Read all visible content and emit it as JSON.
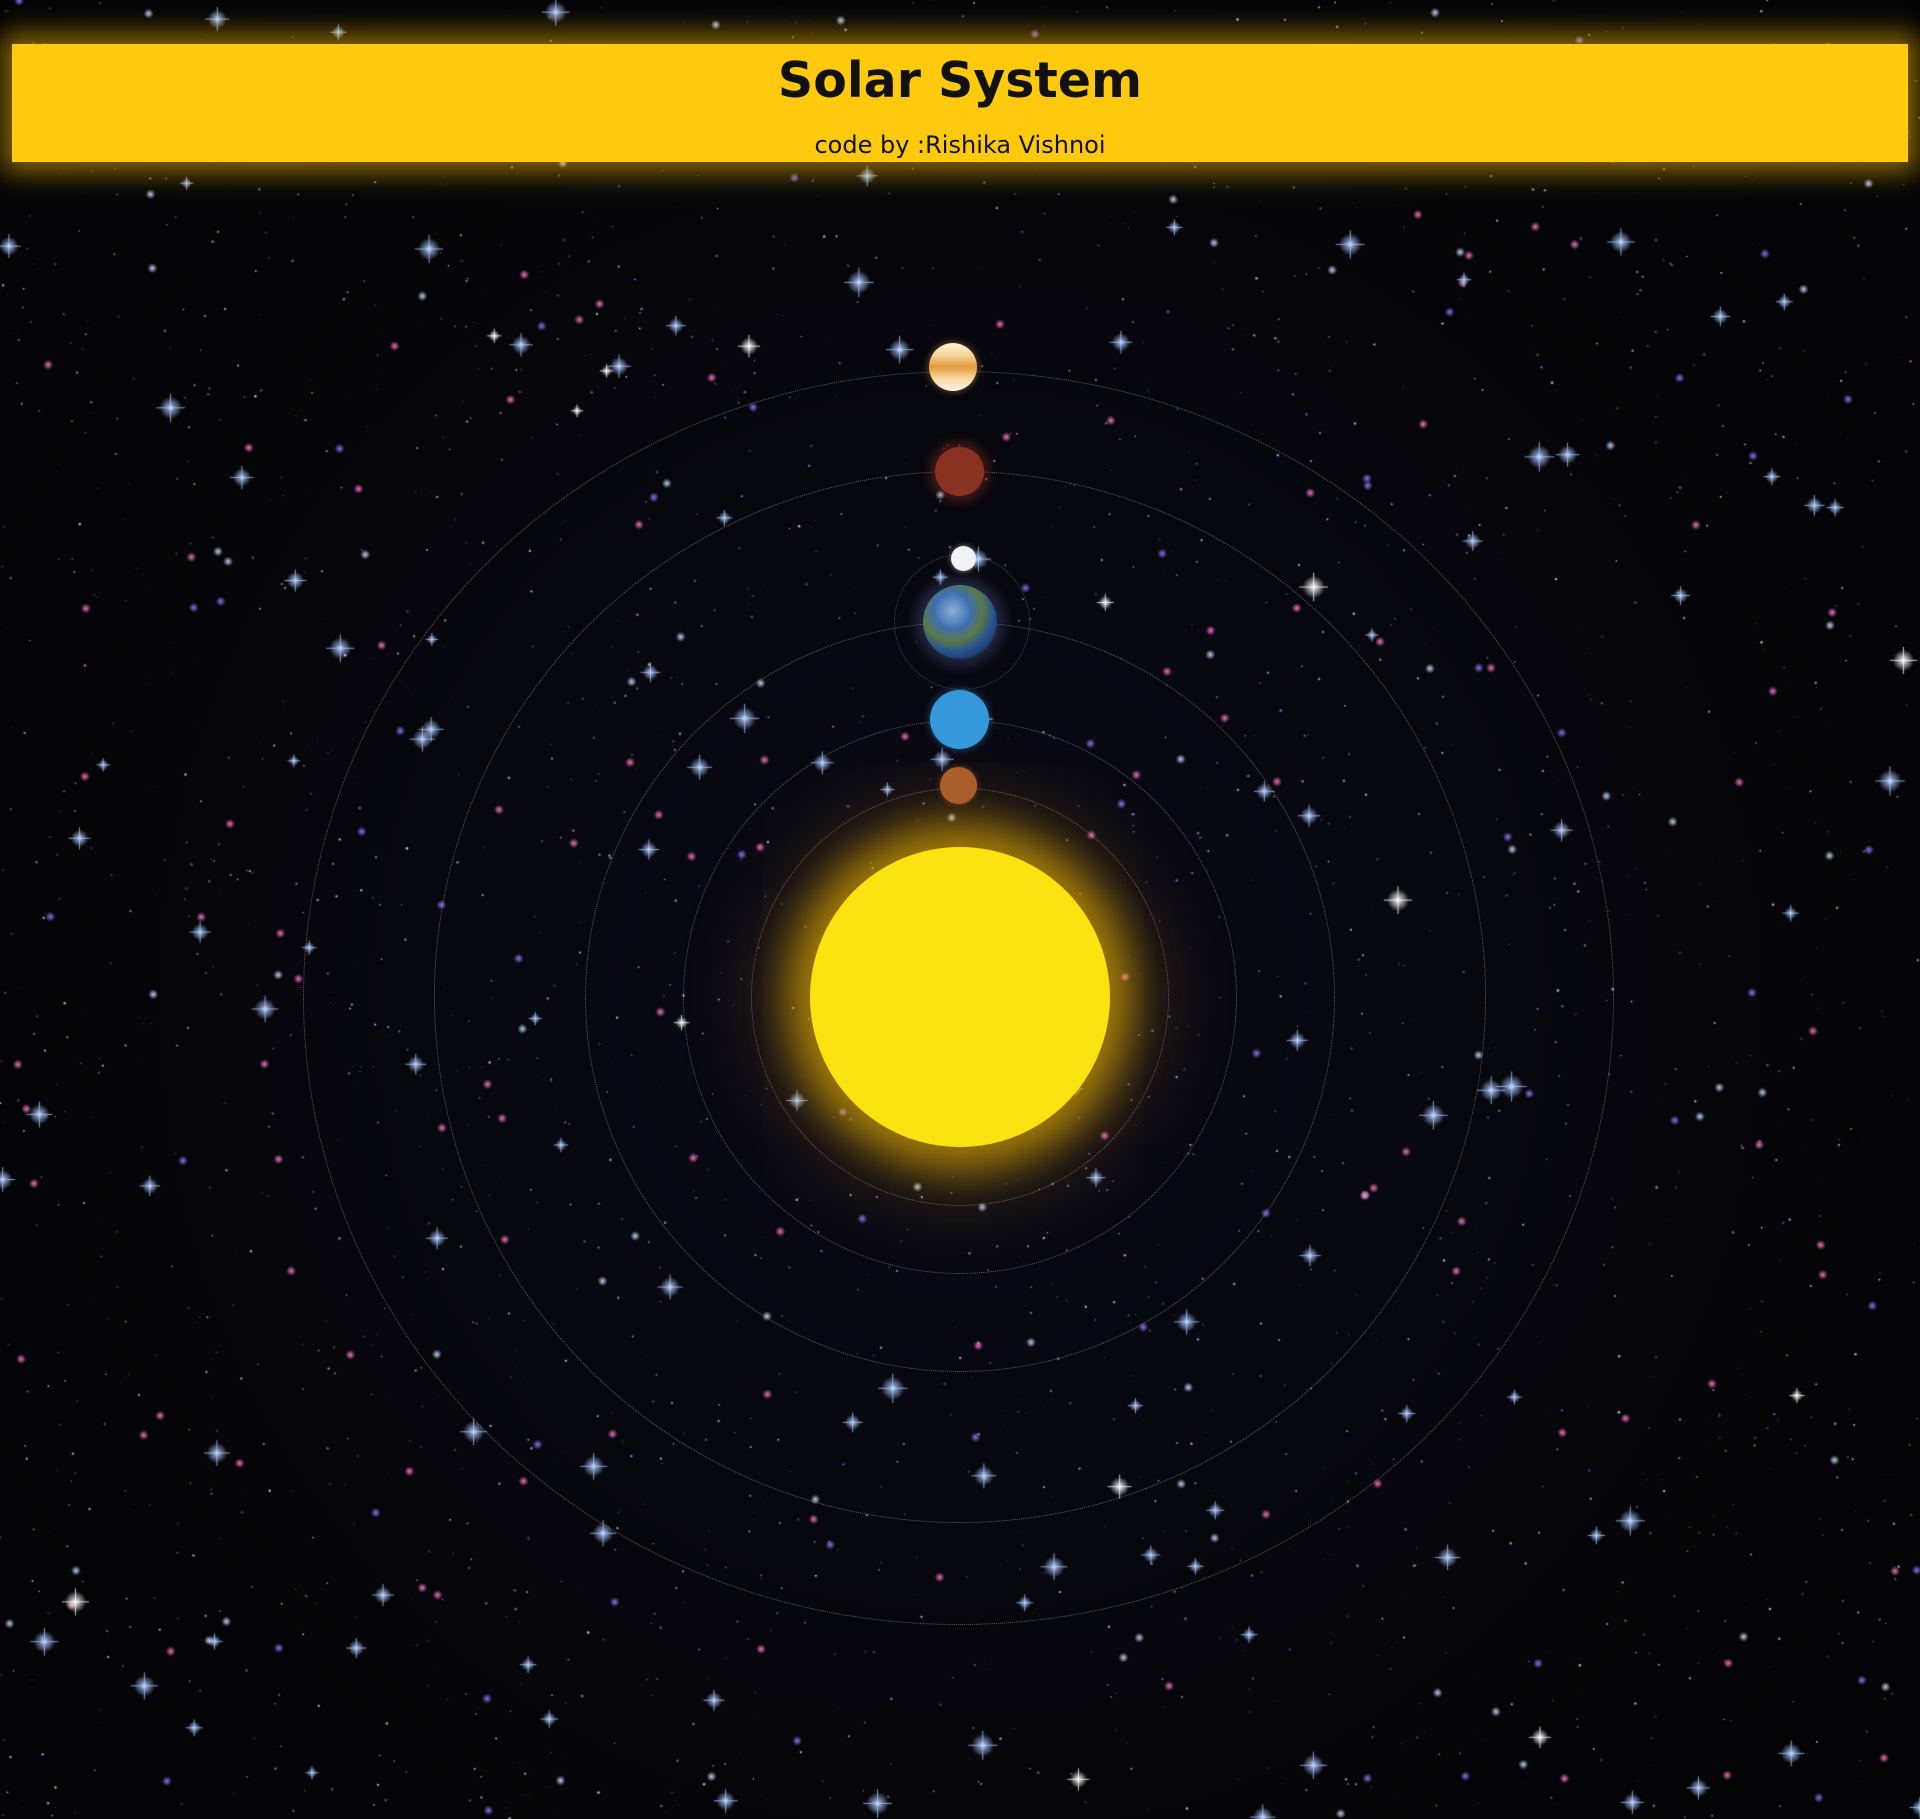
{
  "header": {
    "title": "Solar System",
    "credit": "code by :Rishika Vishnoi"
  },
  "colors": {
    "banner": "#ffc90e",
    "sun": "#fbe311",
    "background": "#050508",
    "orbit": "#c8c8c8"
  },
  "scene": {
    "star_field": "starry-night-background",
    "sun_icon": "sun-icon",
    "planets": [
      {
        "name": "mercury",
        "color": "#a85f2c",
        "icon": "mercury-icon"
      },
      {
        "name": "venus",
        "color": "#3498db",
        "icon": "venus-icon"
      },
      {
        "name": "earth",
        "color": "#2d5fa8",
        "icon": "earth-icon"
      },
      {
        "name": "moon",
        "color": "#f2f2f5",
        "icon": "moon-icon"
      },
      {
        "name": "mars",
        "color": "#8a3222",
        "icon": "mars-icon"
      },
      {
        "name": "jupiter",
        "color": "#e8a85a",
        "icon": "jupiter-icon"
      }
    ]
  }
}
